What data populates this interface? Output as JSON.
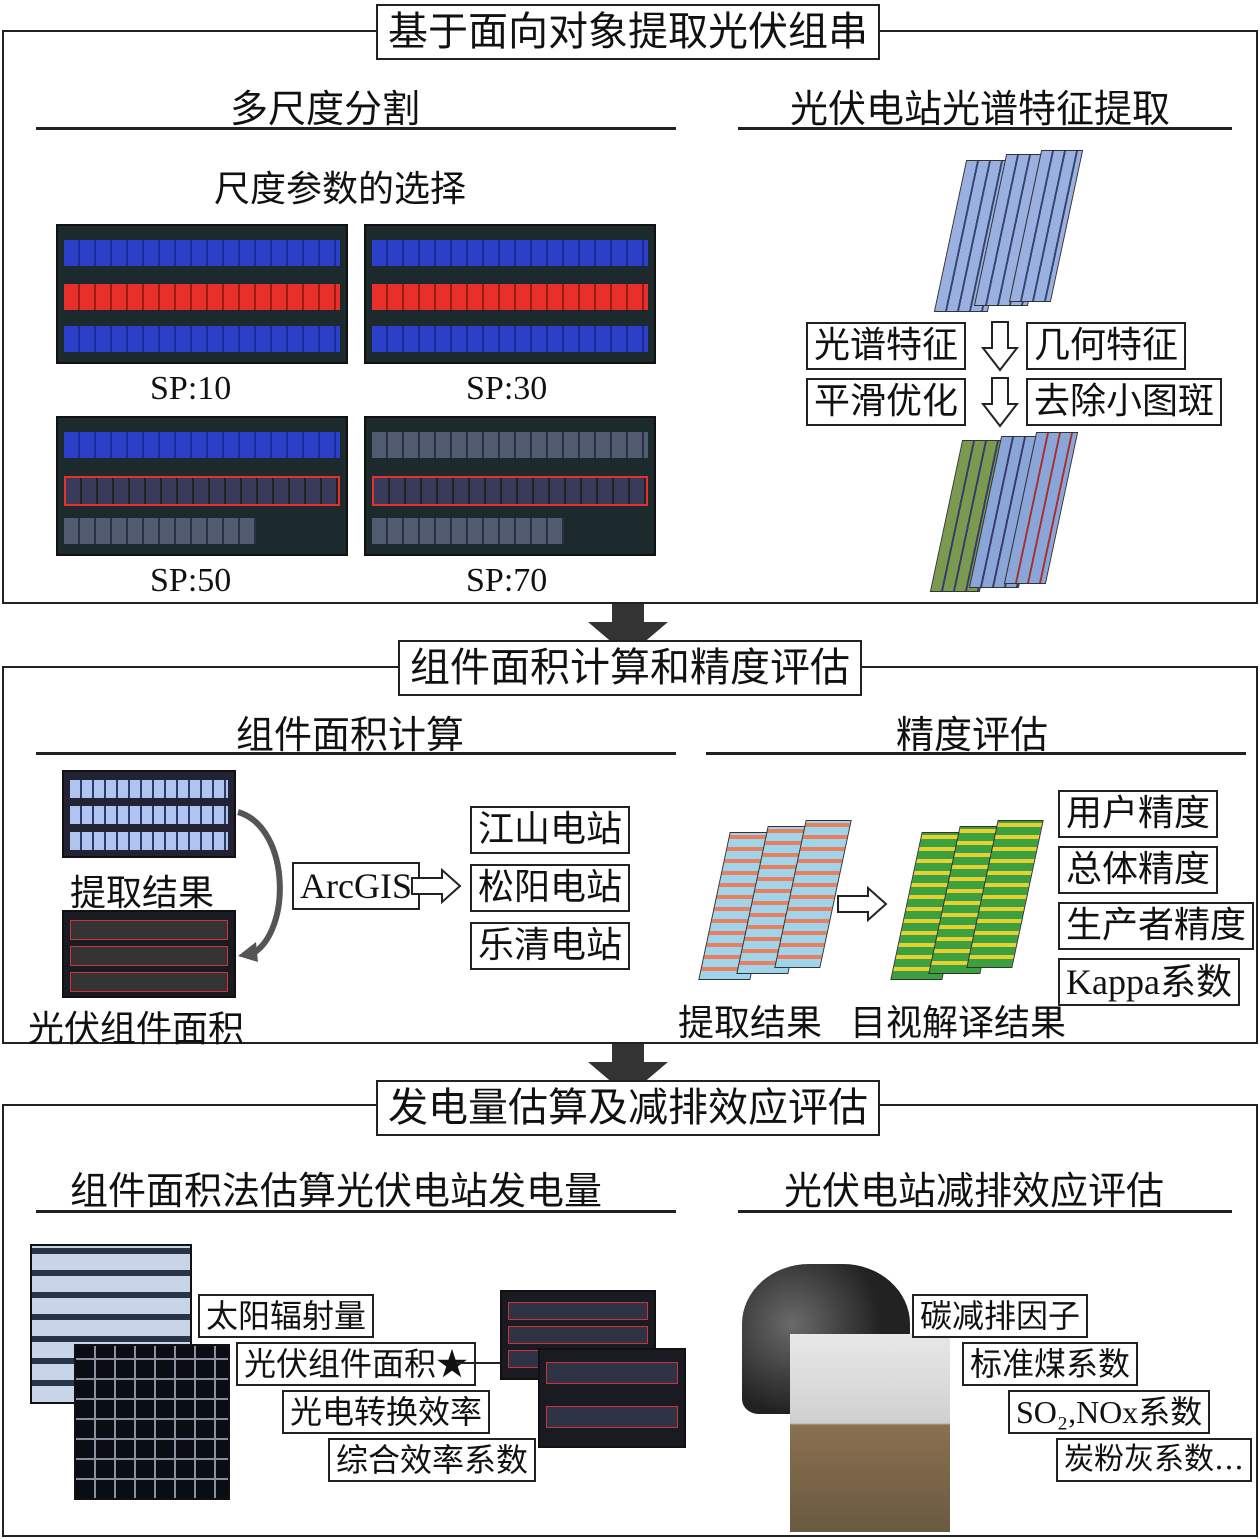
{
  "sections": [
    {
      "title": "基于面向对象提取光伏组串",
      "left_heading": "多尺度分割",
      "right_heading": "光伏电站光谱特征提取",
      "scale_caption": "尺度参数的选择",
      "sp_labels": [
        "SP:10",
        "SP:30",
        "SP:50",
        "SP:70"
      ],
      "feature_boxes": [
        "光谱特征",
        "几何特征",
        "平滑优化",
        "去除小图斑"
      ]
    },
    {
      "title": "组件面积计算和精度评估",
      "left_heading": "组件面积计算",
      "right_heading": "精度评估",
      "extract_result": "提取结果",
      "pv_area": "光伏组件面积",
      "arcgis": "ArcGIS",
      "stations": [
        "江山电站",
        "松阳电站",
        "乐清电站"
      ],
      "extract_result2": "提取结果",
      "visual_result": "目视解译结果",
      "metrics": [
        "用户精度",
        "总体精度",
        "生产者精度",
        "Kappa系数"
      ]
    },
    {
      "title": "发电量估算及减排效应评估",
      "left_heading": "组件面积法估算光伏电站发电量",
      "right_heading": "光伏电站减排效应评估",
      "factors": [
        "太阳辐射量",
        "光伏组件面积★",
        "光电转换效率",
        "综合效率系数"
      ],
      "emission": [
        "碳减排因子",
        "标准煤系数",
        "SO₂,NOx系数",
        "炭粉灰系数…"
      ]
    }
  ]
}
